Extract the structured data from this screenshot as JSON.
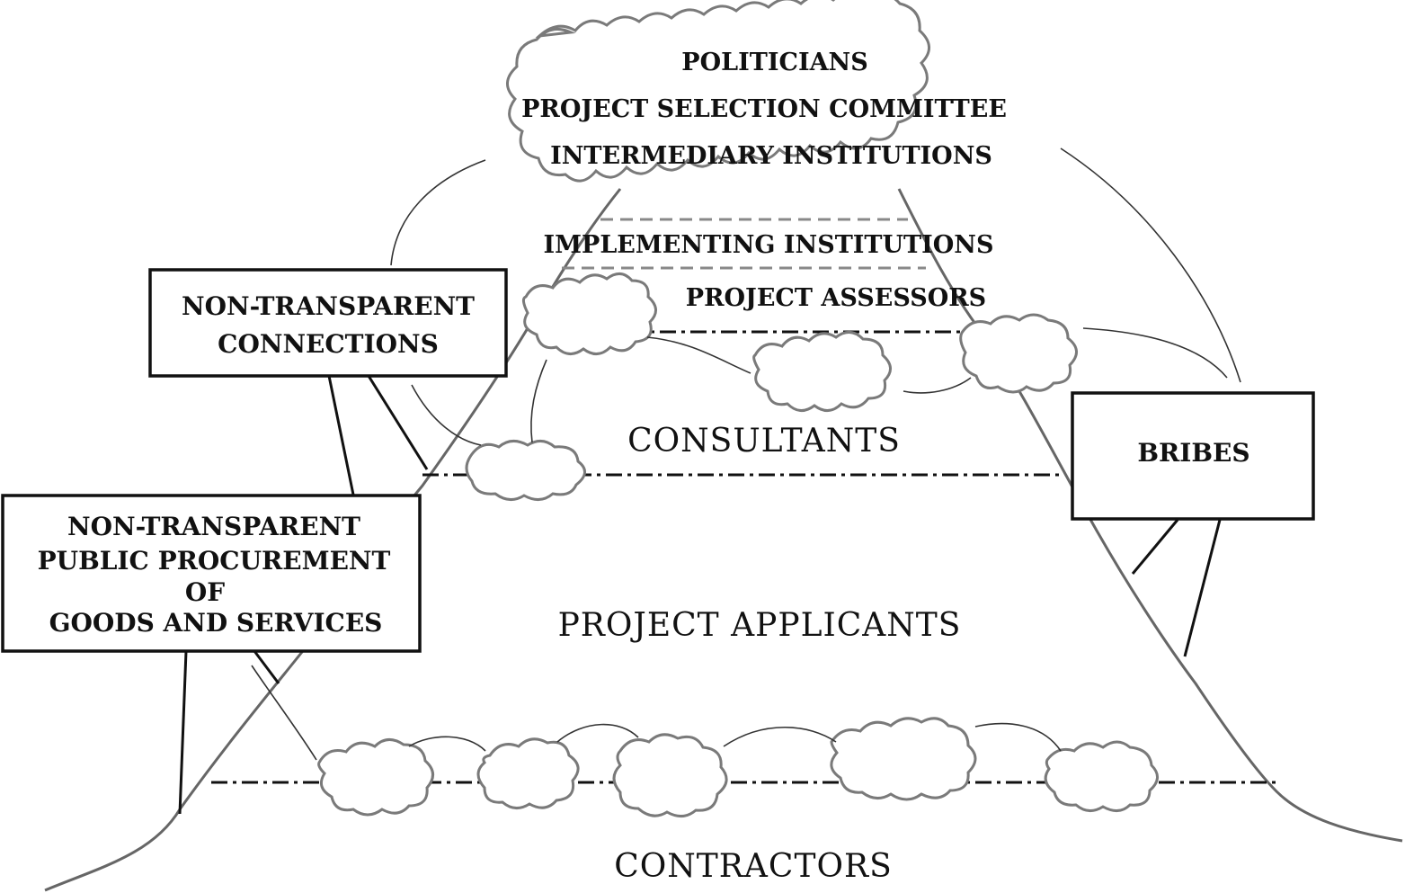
{
  "diagram": {
    "levels": {
      "politicians": "POLITICIANS",
      "committee": "PROJECT SELECTION COMMITTEE",
      "intermediary": "INTERMEDIARY INSTITUTIONS",
      "implementing": "IMPLEMENTING INSTITUTIONS",
      "assessors": "PROJECT ASSESSORS",
      "consultants": "CONSULTANTS",
      "applicants": "PROJECT APPLICANTS",
      "contractors": "CONTRACTORS"
    },
    "boxes": {
      "connections": {
        "line1": "NON-TRANSPARENT",
        "line2": "CONNECTIONS"
      },
      "procurement": {
        "line1": "NON-TRANSPARENT",
        "line2": "PUBLIC PROCUREMENT",
        "line3": "OF",
        "line4": "GOODS AND SERVICES"
      },
      "bribes": {
        "line1": "BRIBES"
      }
    }
  }
}
